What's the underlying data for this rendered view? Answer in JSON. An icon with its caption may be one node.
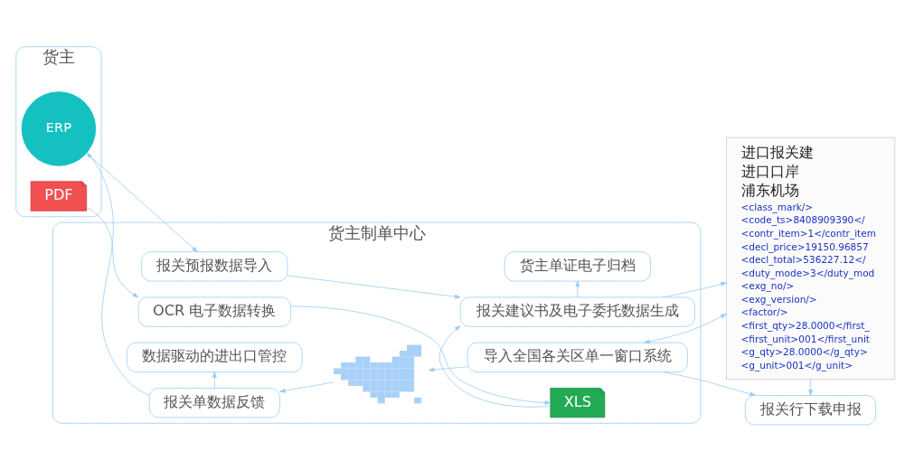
{
  "diagram": {
    "nodes": [
      {
        "text": [
          "货主"
        ]
      },
      {
        "text": [
          "PDF"
        ],
        "in": 0
      },
      {
        "text": [
          "ERP"
        ],
        "in": 0
      },
      {
        "text": [
          "货主制单中心"
        ]
      },
      {
        "text": [
          "OCR 电子数据转换"
        ],
        "in": 3
      },
      {
        "text": [
          "XLS"
        ],
        "in": 3
      },
      {
        "text": [
          "报关建议书及电子委托数据生成"
        ],
        "in": 3
      },
      {
        "text": [
          "报关预报数据导入"
        ],
        "in": 3
      },
      {
        "text": [
          "货主单证电子归档"
        ],
        "in": 3
      },
      {
        "text": [
          "报关单数据反馈"
        ],
        "in": 3
      },
      {
        "text": [
          "数据驱动的进出口管控"
        ],
        "in": 3
      },
      {
        "text": [],
        "shape": "picture",
        "in": 3
      },
      {
        "text": [
          "导入全国各关区单一窗口系统"
        ],
        "in": 3
      },
      {
        "text": [
          "进口报关建",
          "进口口岸",
          "浦东机场",
          "<class_mark/>",
          "<code_ts>8408909390</",
          "<contr_item>1</contr_item",
          "<decl_price>19150.96857",
          "<decl_total>536227.12</",
          "<duty_mode>3</duty_mod",
          "<exg_no/>",
          "<exg_version/>",
          "<factor/>",
          "<first_qty>28.0000</first_",
          "<first_unit>001</first_unit",
          "<g_qty>28.0000</g_qty>",
          "<g_unit>001</g_unit>"
        ]
      },
      {
        "text": [
          "报关行下载申报"
        ]
      }
    ],
    "edges": [
      {
        "from": 1,
        "to": 4,
        "arrow": "to"
      },
      {
        "from": 4,
        "to": 5,
        "arrow": "to"
      },
      {
        "from": 5,
        "to": 6,
        "arrow": "to"
      },
      {
        "from": 6,
        "to": 13,
        "arrow": "to"
      },
      {
        "from": 2,
        "to": 7,
        "arrow": "to"
      },
      {
        "from": 7,
        "to": 6,
        "arrow": "to"
      },
      {
        "from": 6,
        "to": 8,
        "arrow": "to"
      },
      {
        "from": 13,
        "to": 12,
        "arrow": "both"
      },
      {
        "from": 13,
        "to": 14,
        "arrow": "to"
      },
      {
        "from": 12,
        "to": 14,
        "arrow": "to"
      },
      {
        "from": 12,
        "to": 11,
        "arrow": "to"
      },
      {
        "from": 11,
        "to": 9,
        "arrow": "to"
      },
      {
        "from": 9,
        "to": 2,
        "arrow": "to"
      },
      {
        "from": 9,
        "to": 10,
        "arrow": "to"
      }
    ]
  }
}
